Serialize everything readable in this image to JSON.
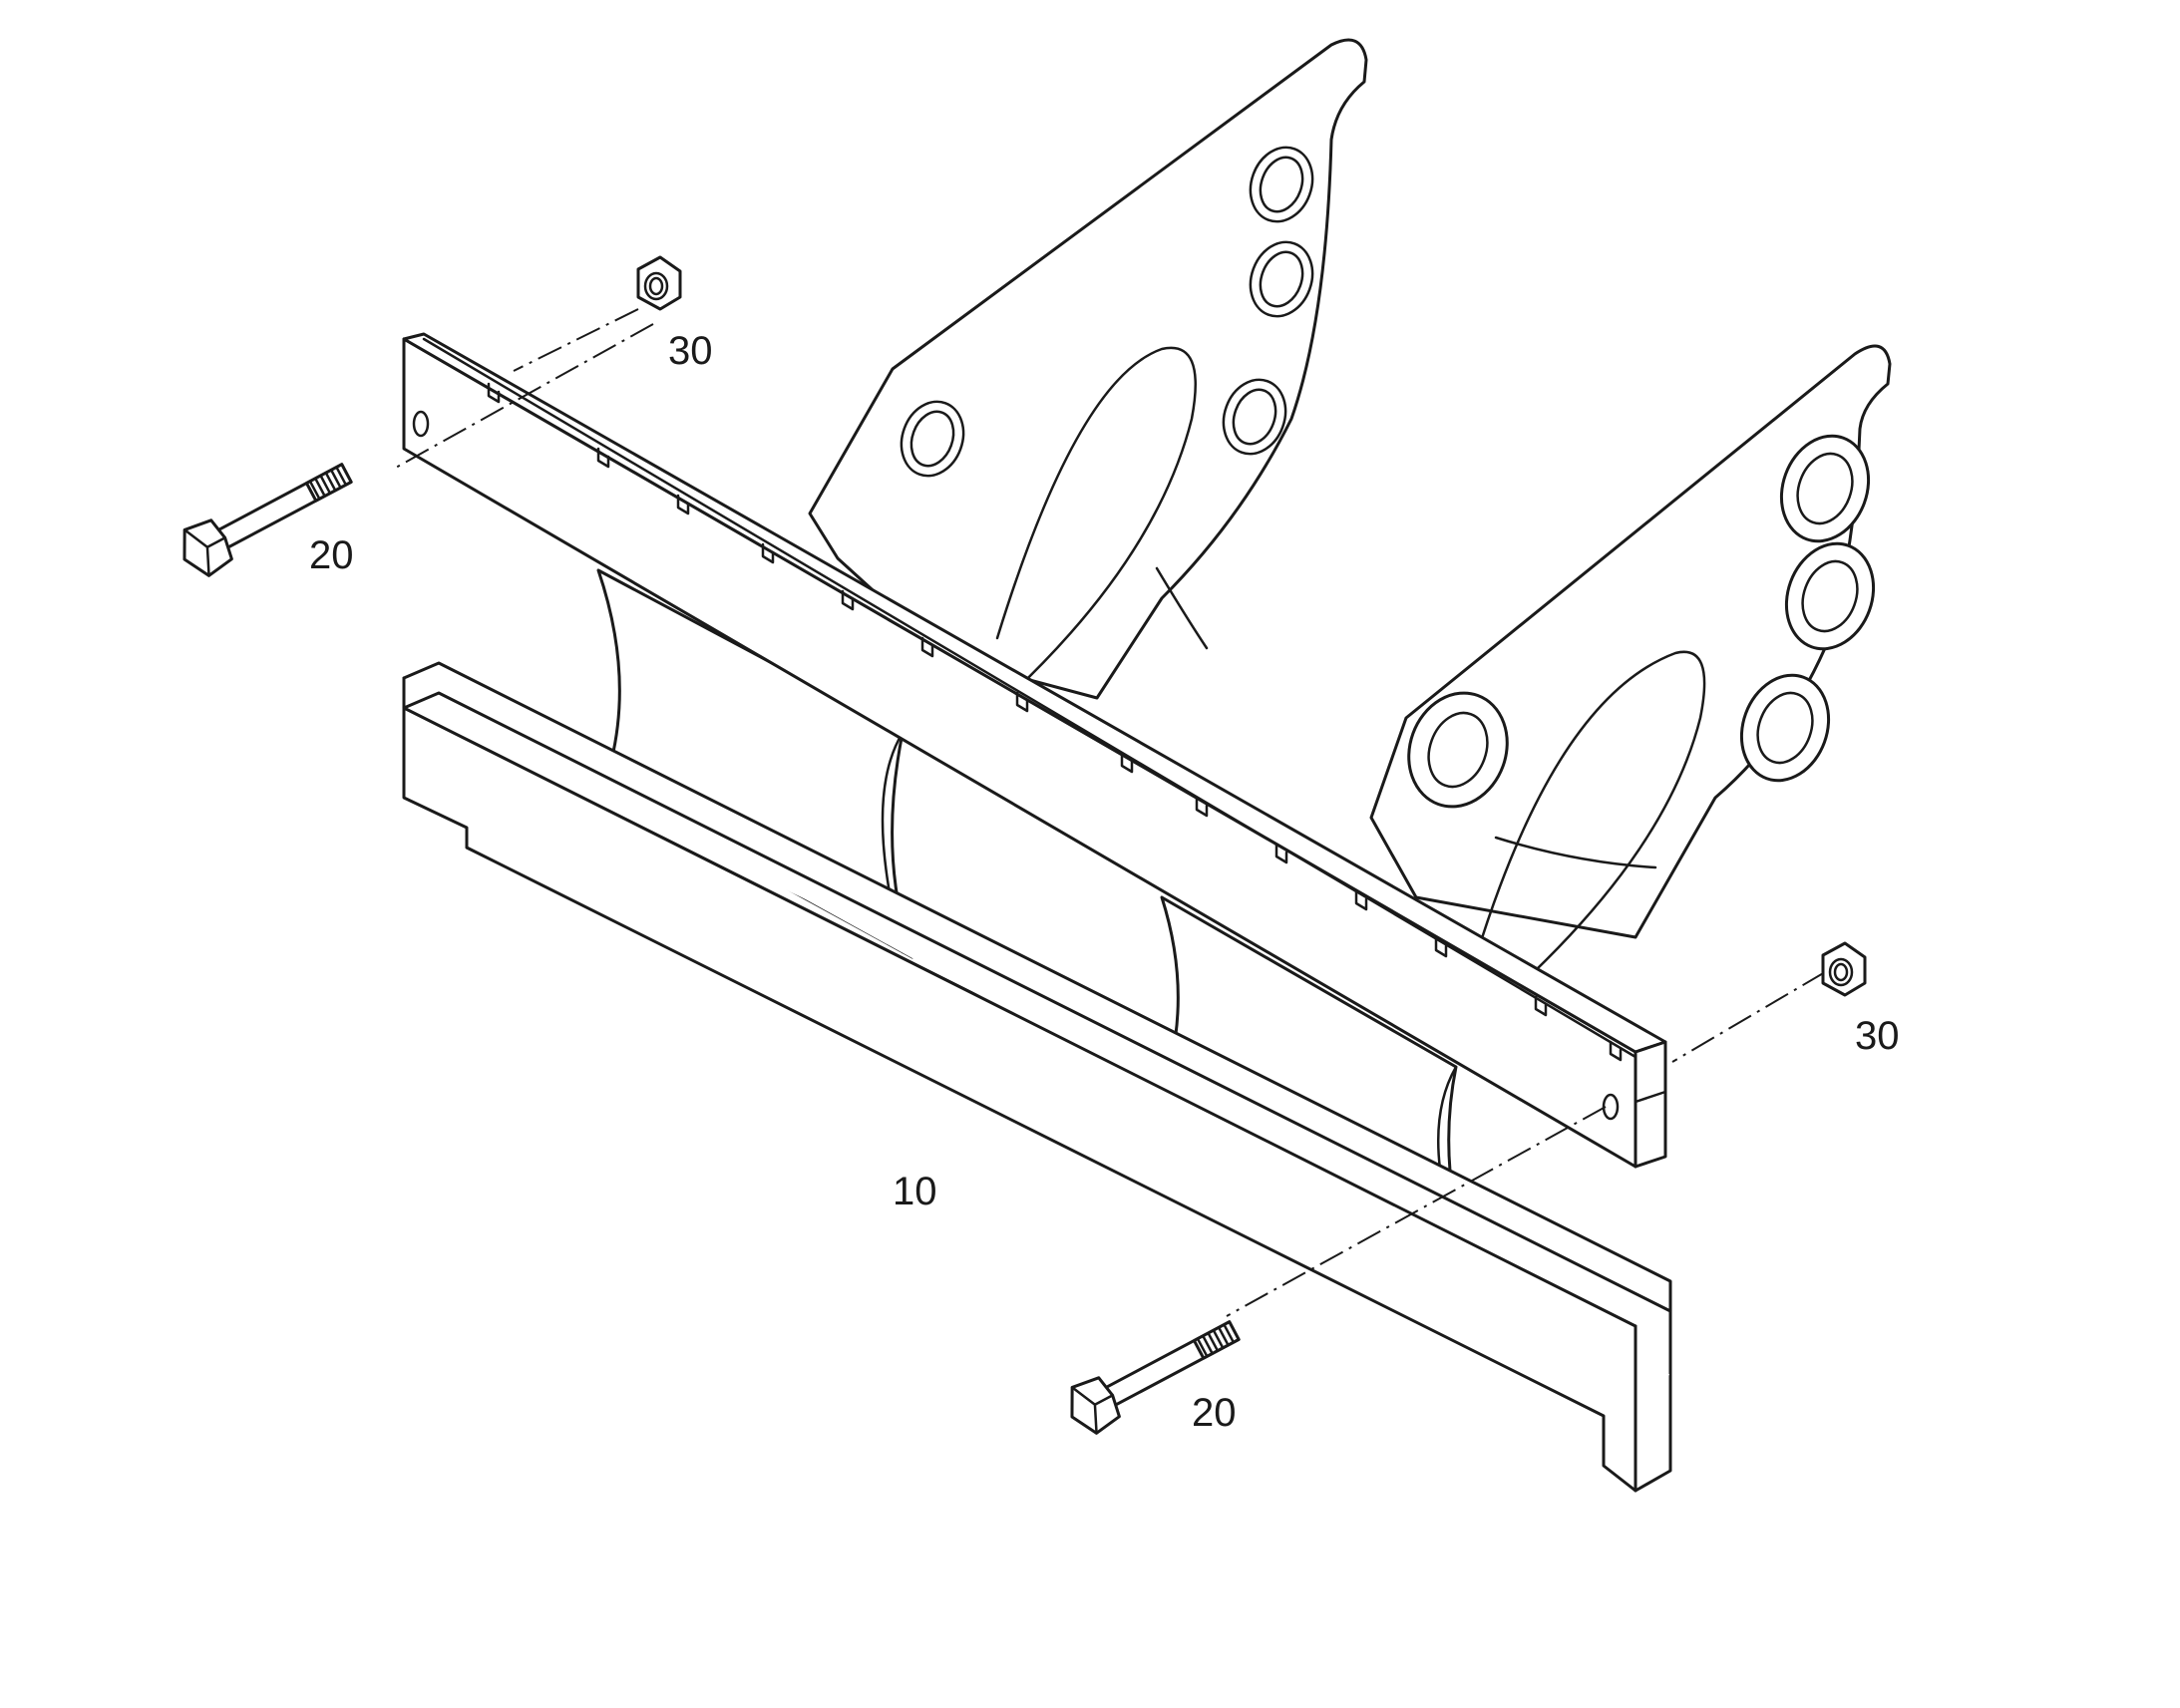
{
  "callouts": {
    "part_10": "10",
    "part_20_left": "20",
    "part_20_right": "20",
    "part_30_left": "30",
    "part_30_right": "30"
  },
  "colors": {
    "line": "#1a1a1a",
    "background": "#ffffff"
  }
}
